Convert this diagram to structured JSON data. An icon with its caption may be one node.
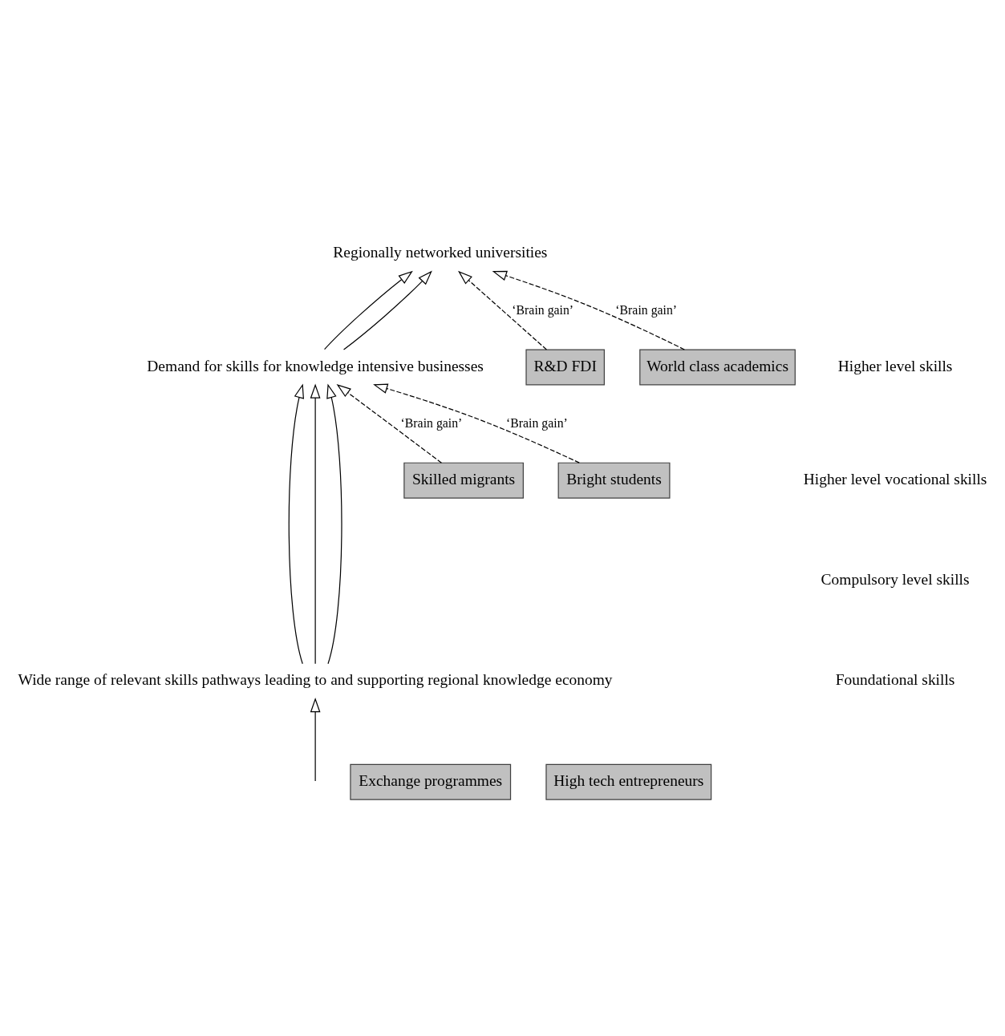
{
  "diagram": {
    "nodes": [
      {
        "text": [
          "Regionally networked universities"
        ]
      },
      {
        "text": [
          "Demand for skills for knowledge intensive businesses"
        ]
      },
      {
        "text": [
          "Wide range of relevant skills pathways leading to and supporting regional knowledge economy"
        ]
      },
      {
        "text": [
          "Exchange programmes"
        ]
      },
      {
        "text": [
          "R&D FDI"
        ]
      },
      {
        "text": [
          "World class academics"
        ]
      },
      {
        "text": [
          "High tech entrepreneurs"
        ]
      },
      {
        "text": [
          "Skilled migrants"
        ]
      },
      {
        "text": [
          "Bright students"
        ]
      }
    ],
    "edges": [
      {
        "from": 2,
        "to": 1,
        "arrow": "to"
      },
      {
        "from": 2,
        "to": 1,
        "arrow": "to"
      },
      {
        "from": 2,
        "to": 1,
        "arrow": "to"
      },
      {
        "from": 1,
        "to": 0,
        "arrow": "to"
      },
      {
        "from": 1,
        "to": 0,
        "arrow": "to"
      },
      {
        "from": 5,
        "to": 0,
        "arrow": "to",
        "label": "‘Brain gain’",
        "style": "dashed"
      },
      {
        "from": 4,
        "to": 0,
        "arrow": "to",
        "label": "‘Brain gain’",
        "style": "dashed"
      },
      {
        "from": 7,
        "to": 1,
        "arrow": "to",
        "label": "‘Brain gain’",
        "style": "dashed"
      },
      {
        "from": 8,
        "to": 1,
        "arrow": "to",
        "label": "‘Brain gain’",
        "style": "dashed"
      },
      {
        "from": null,
        "to": 2,
        "arrow": "to"
      }
    ],
    "labels": [
      "Higher level skills",
      "Higher level vocational skills",
      "Compulsory level skills",
      "Foundational skills"
    ]
  }
}
